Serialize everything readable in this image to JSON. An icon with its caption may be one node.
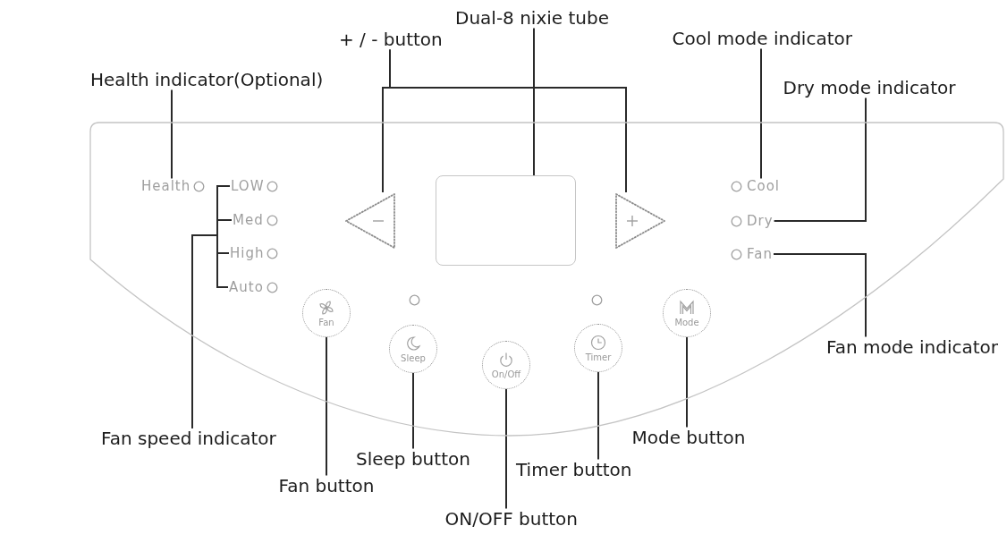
{
  "diagram": {
    "nodes": [
      {
        "text": [
          "Dual-8 nixie tube"
        ]
      },
      {
        "text": [
          "+ / - button"
        ]
      },
      {
        "text": [
          "Cool mode indicator"
        ]
      },
      {
        "text": [
          "Health indicator(Optional)"
        ]
      },
      {
        "text": [
          "Dry mode indicator"
        ]
      },
      {
        "text": [],
        "shape": "panel"
      },
      {
        "text": [
          "Health"
        ],
        "in": 5
      },
      {
        "text": [
          "LOW"
        ],
        "in": 5
      },
      {
        "text": [],
        "shape": "triangle",
        "in": 5
      },
      {
        "text": [],
        "shape": "box",
        "in": 5
      },
      {
        "text": [],
        "shape": "triangle",
        "in": 5
      },
      {
        "text": [
          "Cool"
        ],
        "in": 5
      },
      {
        "text": [
          "Med"
        ],
        "in": 5
      },
      {
        "text": [
          "Dry"
        ],
        "in": 5
      },
      {
        "text": [
          "High"
        ],
        "in": 5
      },
      {
        "text": [
          "Fan"
        ],
        "in": 5
      },
      {
        "text": [
          "Auto"
        ],
        "in": 5
      },
      {
        "text": [
          "Fan"
        ],
        "in": 5
      },
      {
        "text": [
          "Mode"
        ],
        "in": 5
      },
      {
        "text": [
          "Sleep"
        ],
        "in": 5
      },
      {
        "text": [
          "Timer"
        ],
        "in": 5
      },
      {
        "text": [
          "On/Off"
        ],
        "in": 5
      },
      {
        "text": [
          "Fan mode indicator"
        ]
      },
      {
        "text": [
          "Fan speed indicator"
        ]
      },
      {
        "text": [
          "Mode button"
        ]
      },
      {
        "text": [
          "Sleep button"
        ]
      },
      {
        "text": [
          "Timer button"
        ]
      },
      {
        "text": [
          "Fan button"
        ]
      },
      {
        "text": [
          "ON/OFF button"
        ]
      }
    ],
    "edges": [
      {
        "from": 3,
        "to": 6,
        "arrow": "none"
      },
      {
        "from": 1,
        "to": 8,
        "arrow": "none"
      },
      {
        "from": 1,
        "to": 10,
        "arrow": "none"
      },
      {
        "from": 0,
        "to": 9,
        "arrow": "none"
      },
      {
        "from": 2,
        "to": 11,
        "arrow": "none"
      },
      {
        "from": 4,
        "to": 13,
        "arrow": "none"
      },
      {
        "from": 22,
        "to": 15,
        "arrow": "none"
      },
      {
        "from": 23,
        "to": 7,
        "arrow": "none"
      },
      {
        "from": 23,
        "to": 12,
        "arrow": "none"
      },
      {
        "from": 23,
        "to": 14,
        "arrow": "none"
      },
      {
        "from": 23,
        "to": 16,
        "arrow": "none"
      },
      {
        "from": 27,
        "to": 17,
        "arrow": "none"
      },
      {
        "from": 25,
        "to": 19,
        "arrow": "none"
      },
      {
        "from": 28,
        "to": 21,
        "arrow": "none"
      },
      {
        "from": 26,
        "to": 20,
        "arrow": "none"
      },
      {
        "from": 24,
        "to": 18,
        "arrow": "none"
      }
    ]
  }
}
